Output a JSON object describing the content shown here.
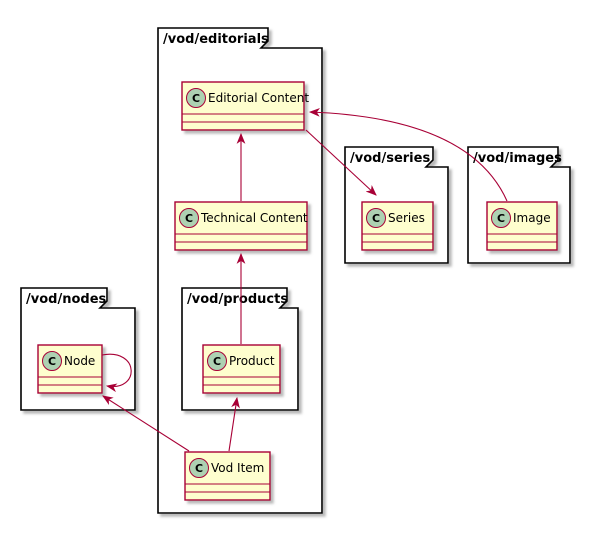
{
  "diagram": {
    "type": "uml-class-diagram",
    "packages": [
      {
        "label": "/vod/editorials"
      },
      {
        "label": "/vod/series"
      },
      {
        "label": "/vod/images"
      },
      {
        "label": "/vod/nodes"
      },
      {
        "label": "/vod/products"
      }
    ],
    "classes": [
      {
        "name": "Editorial Content",
        "stereotype": "C",
        "package": "/vod/editorials"
      },
      {
        "name": "Technical Content",
        "stereotype": "C",
        "package": "/vod/editorials"
      },
      {
        "name": "Series",
        "stereotype": "C",
        "package": "/vod/series"
      },
      {
        "name": "Image",
        "stereotype": "C",
        "package": "/vod/images"
      },
      {
        "name": "Node",
        "stereotype": "C",
        "package": "/vod/nodes"
      },
      {
        "name": "Product",
        "stereotype": "C",
        "package": "/vod/products"
      },
      {
        "name": "Vod Item",
        "stereotype": "C",
        "package": "/vod/editorials"
      }
    ],
    "relations": [
      {
        "from": "Technical Content",
        "to": "Editorial Content",
        "style": "arrow"
      },
      {
        "from": "Product",
        "to": "Technical Content",
        "style": "arrow"
      },
      {
        "from": "Vod Item",
        "to": "Product",
        "style": "arrow"
      },
      {
        "from": "Vod Item",
        "to": "Node",
        "style": "arrow"
      },
      {
        "from": "Node",
        "to": "Node",
        "style": "self-loop-arrow"
      },
      {
        "from": "Editorial Content",
        "to": "Series",
        "style": "arrow"
      },
      {
        "from": "Image",
        "to": "Editorial Content",
        "style": "curved-arrow"
      }
    ],
    "colors": {
      "class_fill": "#FEFECE",
      "class_border": "#A80036",
      "arrow": "#A80036",
      "circle_icon_fill": "#ADD1B2",
      "package_border": "#000000",
      "background": "#ffffff"
    }
  }
}
